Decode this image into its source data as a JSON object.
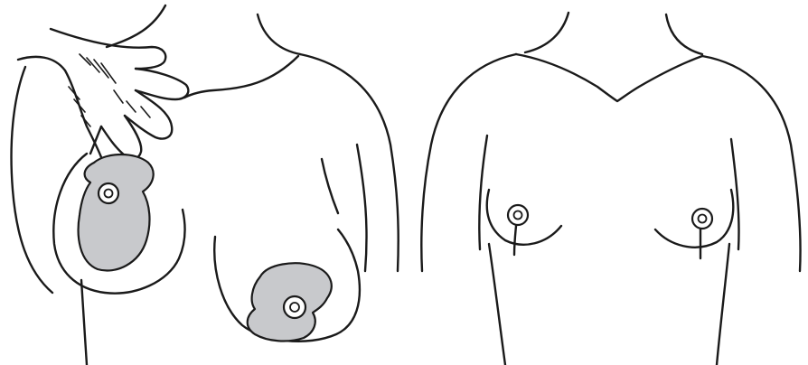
{
  "figure": {
    "panels": [
      {
        "id": "before",
        "shaded_regions": 2
      },
      {
        "id": "after",
        "shaded_regions": 0
      }
    ],
    "colors": {
      "line": "#1a1a1a",
      "shaded_region": "#c8c9cc",
      "background": "#ffffff"
    }
  }
}
